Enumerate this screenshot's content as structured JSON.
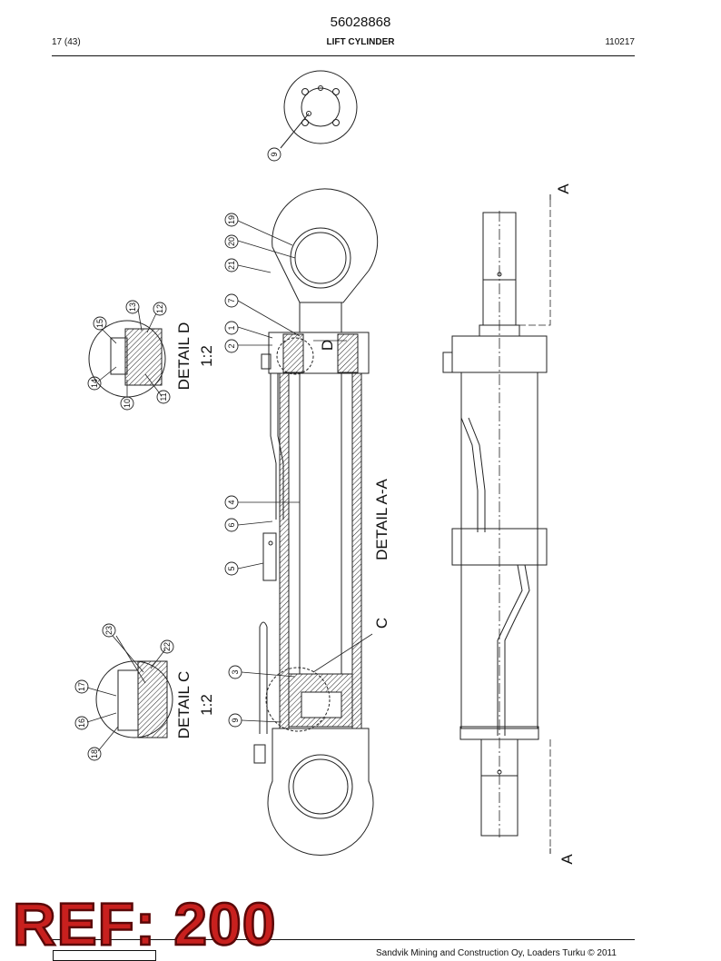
{
  "header": {
    "part_number": "56028868",
    "page": "17 (43)",
    "title": "LIFT CYLINDER",
    "date_code": "110217"
  },
  "drawing": {
    "detail_d_title": "DETAIL  D",
    "detail_d_scale": "1:2",
    "detail_c_title": "DETAIL  C",
    "detail_c_scale": "1:2",
    "section_title": "DETAIL  A-A",
    "marker_c": "C",
    "marker_d": "D",
    "section_a_top": "A",
    "section_a_bottom": "A",
    "balloons": {
      "b9_top": "9",
      "b19": "19",
      "b20": "20",
      "b21": "21",
      "b7": "7",
      "b1": "1",
      "b2": "2",
      "b4": "4",
      "b6": "6",
      "b5": "5",
      "b3": "3",
      "b9_bottom": "9",
      "b13": "13",
      "b12": "12",
      "b15": "15",
      "b14": "14",
      "b10": "10",
      "b11": "11",
      "b23": "23",
      "b22": "22",
      "b17": "17",
      "b16": "16",
      "b18": "18"
    }
  },
  "stamp": {
    "ref": "REF: 200"
  },
  "footer": {
    "copyright": "Sandvik Mining and Construction Oy, Loaders Turku © 2011"
  }
}
